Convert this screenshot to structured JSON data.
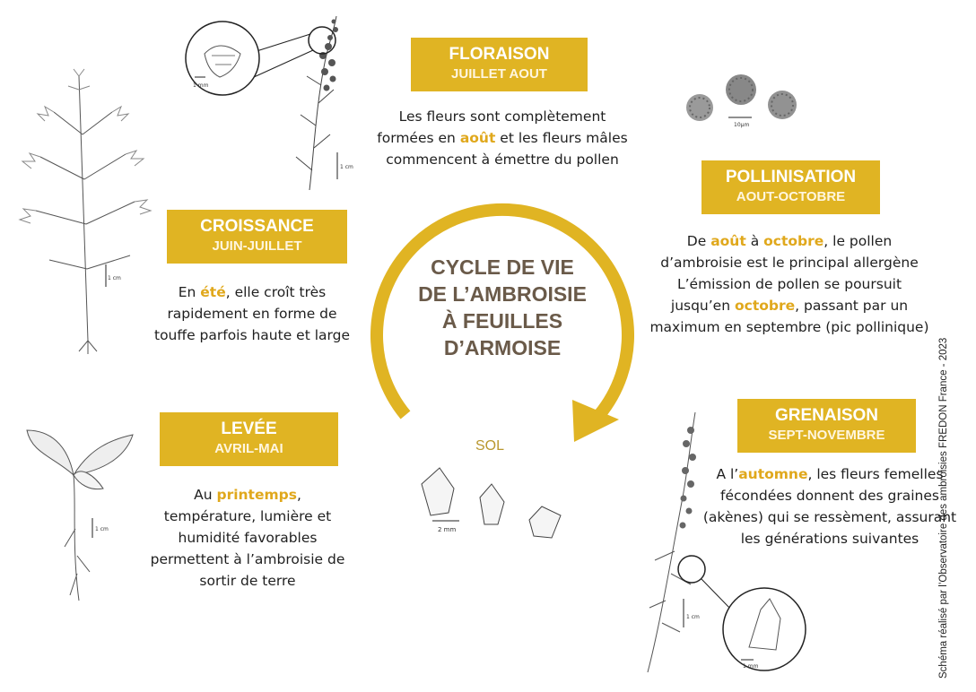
{
  "title_lines": [
    "CYCLE DE VIE",
    "DE L’AMBROISIE",
    "À FEUILLES",
    "D’ARMOISE"
  ],
  "sol_label": "SOL",
  "credit": "Schéma réalisé par l’Observatoire des ambroisies FREDON France - 2023",
  "accent_color": "#e0b423",
  "stages": {
    "floraison": {
      "name": "FLORAISON",
      "period": "JUILLET AOUT",
      "lines": [
        [
          {
            "t": "Les fleurs sont complètement"
          }
        ],
        [
          {
            "t": "formées en "
          },
          {
            "t": "août",
            "hl": true
          },
          {
            "t": " et les fleurs mâles"
          }
        ],
        [
          {
            "t": "commencent à émettre du pollen"
          }
        ]
      ]
    },
    "pollinisation": {
      "name": "POLLINISATION",
      "period": "AOUT-OCTOBRE",
      "lines": [
        [
          {
            "t": "De "
          },
          {
            "t": "août",
            "hl": true
          },
          {
            "t": " à "
          },
          {
            "t": "octobre",
            "hl": true
          },
          {
            "t": ", le pollen"
          }
        ],
        [
          {
            "t": "d’ambroisie est le principal allergène"
          }
        ],
        [
          {
            "t": "L’émission de pollen se poursuit"
          }
        ],
        [
          {
            "t": "jusqu’en "
          },
          {
            "t": "octobre",
            "hl": true
          },
          {
            "t": ", passant par un"
          }
        ],
        [
          {
            "t": "maximum en septembre (pic pollinique)"
          }
        ]
      ]
    },
    "croissance": {
      "name": "CROISSANCE",
      "period": "JUIN-JUILLET",
      "lines": [
        [
          {
            "t": "En "
          },
          {
            "t": "été",
            "hl": true
          },
          {
            "t": ", elle croît très"
          }
        ],
        [
          {
            "t": "rapidement en forme de"
          }
        ],
        [
          {
            "t": "touffe parfois haute et large"
          }
        ]
      ]
    },
    "levee": {
      "name": "LEVÉE",
      "period": "AVRIL-MAI",
      "lines": [
        [
          {
            "t": "Au "
          },
          {
            "t": "printemps",
            "hl": true
          },
          {
            "t": ","
          }
        ],
        [
          {
            "t": "température, lumière et"
          }
        ],
        [
          {
            "t": "humidité favorables"
          }
        ],
        [
          {
            "t": "permettent à l’ambroisie de"
          }
        ],
        [
          {
            "t": "sortir de terre"
          }
        ]
      ]
    },
    "grenaison": {
      "name": "GRENAISON",
      "period": "SEPT-NOVEMBRE",
      "lines": [
        [
          {
            "t": "A l’"
          },
          {
            "t": "automne",
            "hl": true
          },
          {
            "t": ", les fleurs femelles"
          }
        ],
        [
          {
            "t": "fécondées donnent des graines"
          }
        ],
        [
          {
            "t": "(akènes) qui se ressèment, assurant"
          }
        ],
        [
          {
            "t": "les générations suivantes"
          }
        ]
      ]
    }
  },
  "scale_labels": {
    "flower_detail": "1 mm",
    "flower_stem": "1 cm",
    "pollen": "10µm",
    "big_plant": "1 cm",
    "seedling": "1 cm",
    "seeds": "2 mm",
    "seed_stem": "1 cm",
    "seed_detail": "1 mm"
  }
}
